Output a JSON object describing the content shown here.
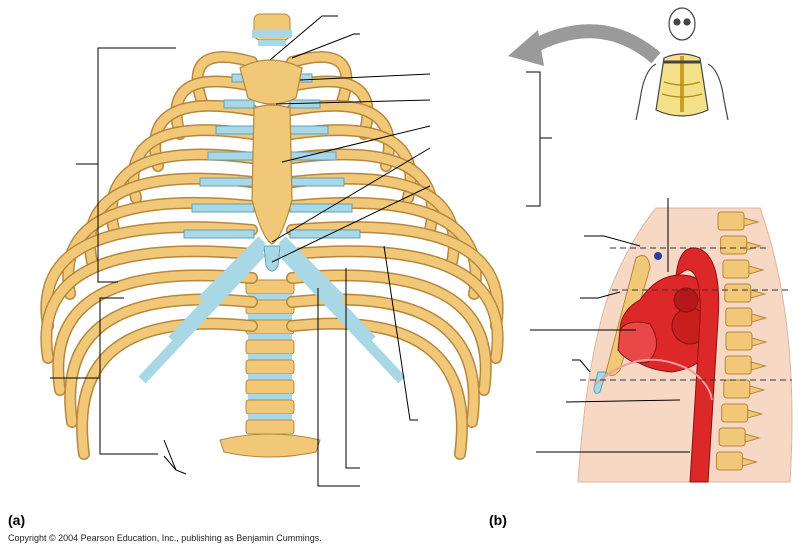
{
  "panels": {
    "a_label": "(a)",
    "b_label": "(b)"
  },
  "footer": {
    "copyright": "Copyright © 2004 Pearson Education, Inc., publishing as Benjamin Cummings."
  },
  "colors": {
    "bone": "#f0c878",
    "bone_edge": "#b8863c",
    "cartilage": "#a8d8e6",
    "cartilage_edge": "#5fa0b8",
    "heart": "#dc2828",
    "body_tissue": "#f6d8c4",
    "leader_line": "#000000",
    "arrow": "#9a9a9a"
  }
}
